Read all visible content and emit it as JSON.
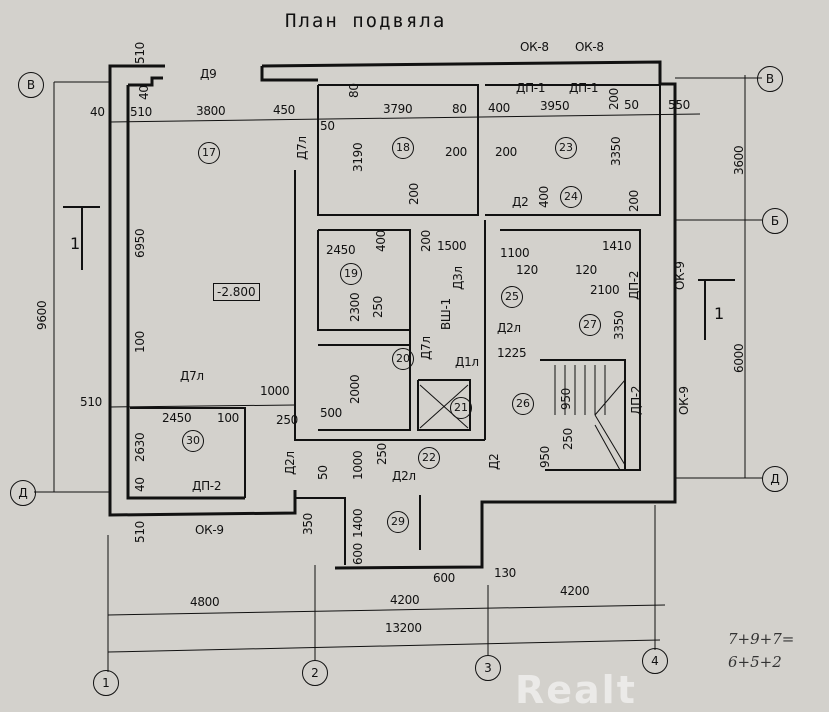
{
  "title": "План подвяла",
  "axes": [
    "В",
    "В",
    "Б",
    "Д",
    "Д",
    "1",
    "2",
    "3",
    "4"
  ],
  "rooms": [
    "17",
    "18",
    "23",
    "24",
    "19",
    "20",
    "21",
    "22",
    "25",
    "26",
    "27",
    "29",
    "30"
  ],
  "level": "-2.800",
  "dimensions": [
    "510",
    "40",
    "510",
    "3800",
    "450",
    "3790",
    "80",
    "400",
    "3950",
    "50",
    "550",
    "3600",
    "9600",
    "6950",
    "100",
    "3190",
    "200",
    "200",
    "200",
    "2450",
    "400",
    "200",
    "1500",
    "1100",
    "1410",
    "2300",
    "250",
    "2100",
    "3350",
    "3350",
    "6000",
    "510",
    "2450",
    "100",
    "1000",
    "250",
    "500",
    "2000",
    "2630",
    "40",
    "510",
    "1000",
    "250",
    "1400",
    "1225",
    "950",
    "250",
    "950",
    "4800",
    "4200",
    "4200",
    "13200",
    "600",
    "130",
    "350",
    "50",
    "400",
    "200",
    "120",
    "120",
    "80",
    "50",
    "40",
    "200",
    "600"
  ],
  "labels": [
    "Д9",
    "Д7л",
    "Д2",
    "Д3л",
    "ВШ-1",
    "Д7л",
    "Д2л",
    "Д1л",
    "Д7л",
    "Д2л",
    "Д2л",
    "Д2",
    "ДП-2",
    "ОК-9",
    "ОК-8",
    "ОК-8",
    "ДП-1",
    "ДП-1",
    "ДП-2",
    "ОК-9",
    "ДП-2",
    "ОК-9"
  ],
  "section_marks": [
    "1",
    "1"
  ],
  "handwritten": [
    "7+9+7=",
    "6+5+2"
  ],
  "watermark": "Realt"
}
